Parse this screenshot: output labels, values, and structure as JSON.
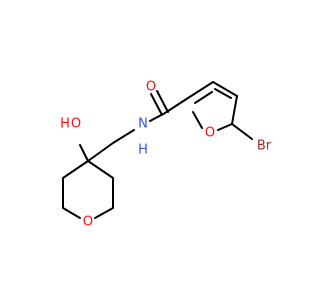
{
  "molecule": {
    "atoms": [
      {
        "id": "O_carbonyl",
        "label": "O",
        "color": "#ff0d0d"
      },
      {
        "id": "N_amide",
        "label": "N",
        "color": "#3050f8"
      },
      {
        "id": "H_amide",
        "label": "H",
        "color": "#3050f8"
      },
      {
        "id": "O_furan",
        "label": "O",
        "color": "#ff0d0d"
      },
      {
        "id": "Br",
        "label": "Br",
        "color": "#a62929"
      },
      {
        "id": "O_hydroxyl",
        "label": "O",
        "color": "#ff0d0d"
      },
      {
        "id": "H_hydroxyl",
        "label": "H",
        "color": "#ff0d0d"
      },
      {
        "id": "O_pyran",
        "label": "O",
        "color": "#ff0d0d"
      }
    ]
  }
}
